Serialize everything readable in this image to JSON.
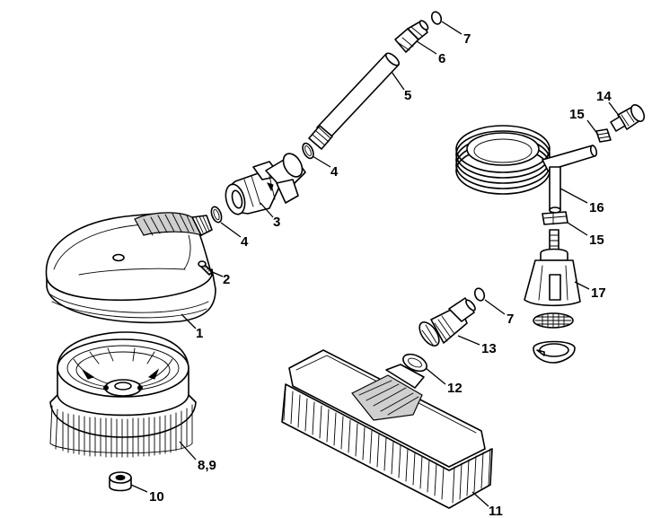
{
  "parts": [
    {
      "id": "p1",
      "label": "1"
    },
    {
      "id": "p2",
      "label": "2"
    },
    {
      "id": "p3",
      "label": "3"
    },
    {
      "id": "p4a",
      "label": "4"
    },
    {
      "id": "p4b",
      "label": "4"
    },
    {
      "id": "p5",
      "label": "5"
    },
    {
      "id": "p6",
      "label": "6"
    },
    {
      "id": "p7a",
      "label": "7"
    },
    {
      "id": "p7b",
      "label": "7"
    },
    {
      "id": "p89",
      "label": "8,9"
    },
    {
      "id": "p10",
      "label": "10"
    },
    {
      "id": "p11",
      "label": "11"
    },
    {
      "id": "p12",
      "label": "12"
    },
    {
      "id": "p13",
      "label": "13"
    },
    {
      "id": "p14",
      "label": "14"
    },
    {
      "id": "p15a",
      "label": "15"
    },
    {
      "id": "p15b",
      "label": "15"
    },
    {
      "id": "p16",
      "label": "16"
    },
    {
      "id": "p17",
      "label": "17"
    }
  ]
}
